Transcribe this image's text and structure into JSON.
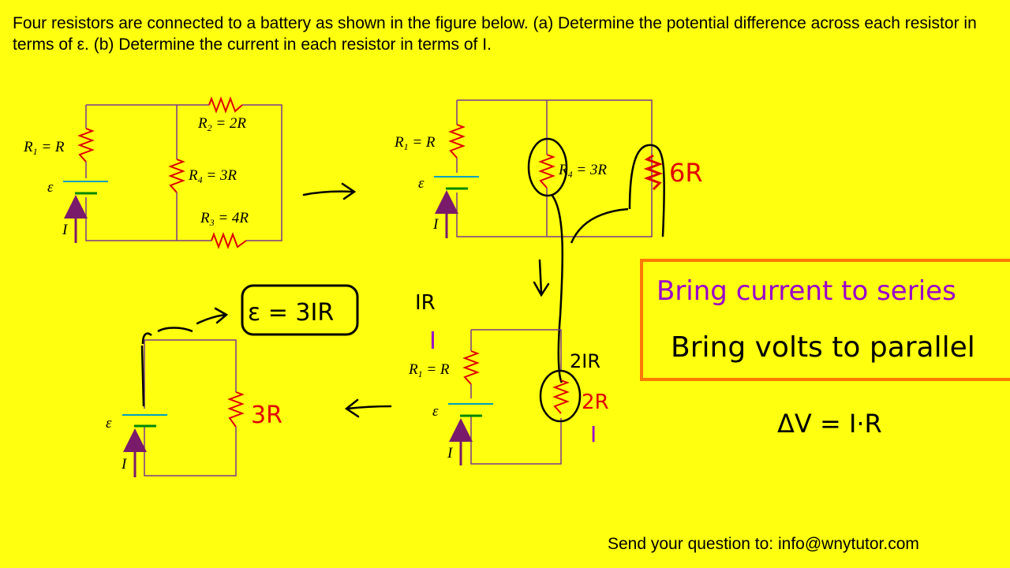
{
  "problem_text": "Four resistors are connected to a battery as shown in the figure below. (a) Determine the potential difference across each resistor in terms of ε. (b) Determine the current in each resistor in terms of I.",
  "footer_text": "Send your question to: info@wnytutor.com",
  "colors": {
    "background": "#ffff10",
    "wire": "#7a3a8c",
    "resistor": "#dd0000",
    "battery_long": "#00a0c0",
    "battery_short": "#008800",
    "arrow": "#7a1a6a",
    "handwriting": "#000000",
    "handwriting_red": "#e00000",
    "handwriting_purple": "#9900cc",
    "box_border": "#ff7a00"
  },
  "circuit1": {
    "r1": {
      "name": "R",
      "sub": "1",
      "value": " = R"
    },
    "r2": {
      "name": "R",
      "sub": "2",
      "value": " = 2R"
    },
    "r3": {
      "name": "R",
      "sub": "3",
      "value": " = 4R"
    },
    "r4": {
      "name": "R",
      "sub": "4",
      "value": " = 3R"
    },
    "emf": "ε",
    "current": "I"
  },
  "circuit2": {
    "r1": {
      "name": "R",
      "sub": "1",
      "value": " = R"
    },
    "r4": {
      "name": "R",
      "sub": "4",
      "value": " = 3R"
    },
    "emf": "ε",
    "current": "I",
    "note_6r": "6R"
  },
  "circuit3": {
    "r1": {
      "name": "R",
      "sub": "1",
      "value": " = R"
    },
    "emf": "ε",
    "current": "I",
    "note_2ir": "2IR",
    "note_2r": "2R",
    "note_i_bottom": "I",
    "note_ir": "IR",
    "note_i_top": "I"
  },
  "circuit4": {
    "emf": "ε",
    "current": "I",
    "note_3r": "3R",
    "note_eq": "ε = 3IR"
  },
  "rule_box": {
    "line1": "Bring current to series",
    "line2": "Bring volts to parallel"
  },
  "formula": "ΔV = I·R"
}
